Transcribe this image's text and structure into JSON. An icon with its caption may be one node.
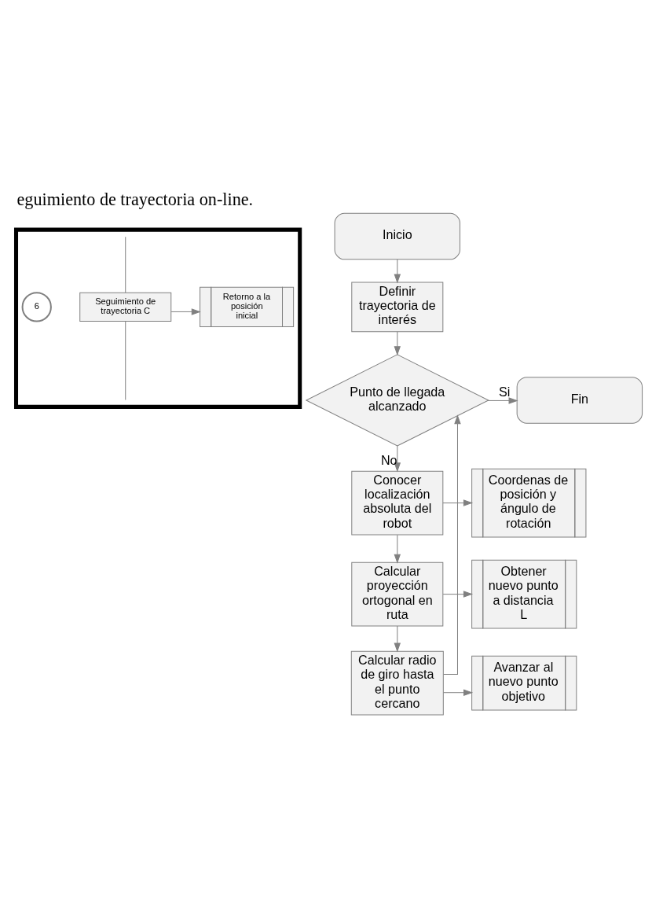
{
  "diagram": {
    "title": "eguimiento de trayectoria on-line.",
    "nodes": [
      {
        "text": [],
        "shape": "box"
      },
      {
        "text": [
          "6"
        ],
        "in": 0
      },
      {
        "text": [
          "Seguimiento de trayectoria C"
        ],
        "in": 0
      },
      {
        "text": [
          "Retorno a la posición inicial"
        ],
        "in": 0
      },
      {
        "text": [
          "Inicio"
        ]
      },
      {
        "text": [
          "Definir trayectoria de interés"
        ]
      },
      {
        "text": [
          "Punto de llegada alcanzado"
        ]
      },
      {
        "text": [
          "Fin"
        ]
      },
      {
        "text": [
          "Conocer localización absoluta del robot"
        ]
      },
      {
        "text": [
          "Coordenas de posición y ángulo de rotación"
        ]
      },
      {
        "text": [
          "Calcular proyección ortogonal en ruta"
        ]
      },
      {
        "text": [
          "Obtener nuevo punto a distancia L"
        ]
      },
      {
        "text": [
          "Calcular radio de giro hasta el punto cercano"
        ]
      },
      {
        "text": [
          "Avanzar al nuevo punto objetivo"
        ]
      }
    ],
    "edges": [
      {
        "from": 2,
        "to": 3,
        "arrow": "to"
      },
      {
        "from": null,
        "to": 2,
        "arrow": "none"
      },
      {
        "from": 2,
        "to": null,
        "arrow": "none"
      },
      {
        "from": 4,
        "to": 5,
        "arrow": "to"
      },
      {
        "from": 5,
        "to": 6,
        "arrow": "to"
      },
      {
        "from": 6,
        "to": 7,
        "label": "Si",
        "arrow": "to"
      },
      {
        "from": 6,
        "to": 8,
        "label": "No",
        "arrow": "to"
      },
      {
        "from": 8,
        "to": 9,
        "arrow": "to"
      },
      {
        "from": 8,
        "to": 10,
        "arrow": "to"
      },
      {
        "from": 10,
        "to": 11,
        "arrow": "to"
      },
      {
        "from": 10,
        "to": 12,
        "arrow": "to"
      },
      {
        "from": 12,
        "to": 13,
        "arrow": "to"
      },
      {
        "from": 12,
        "to": 6,
        "arrow": "to"
      }
    ]
  }
}
